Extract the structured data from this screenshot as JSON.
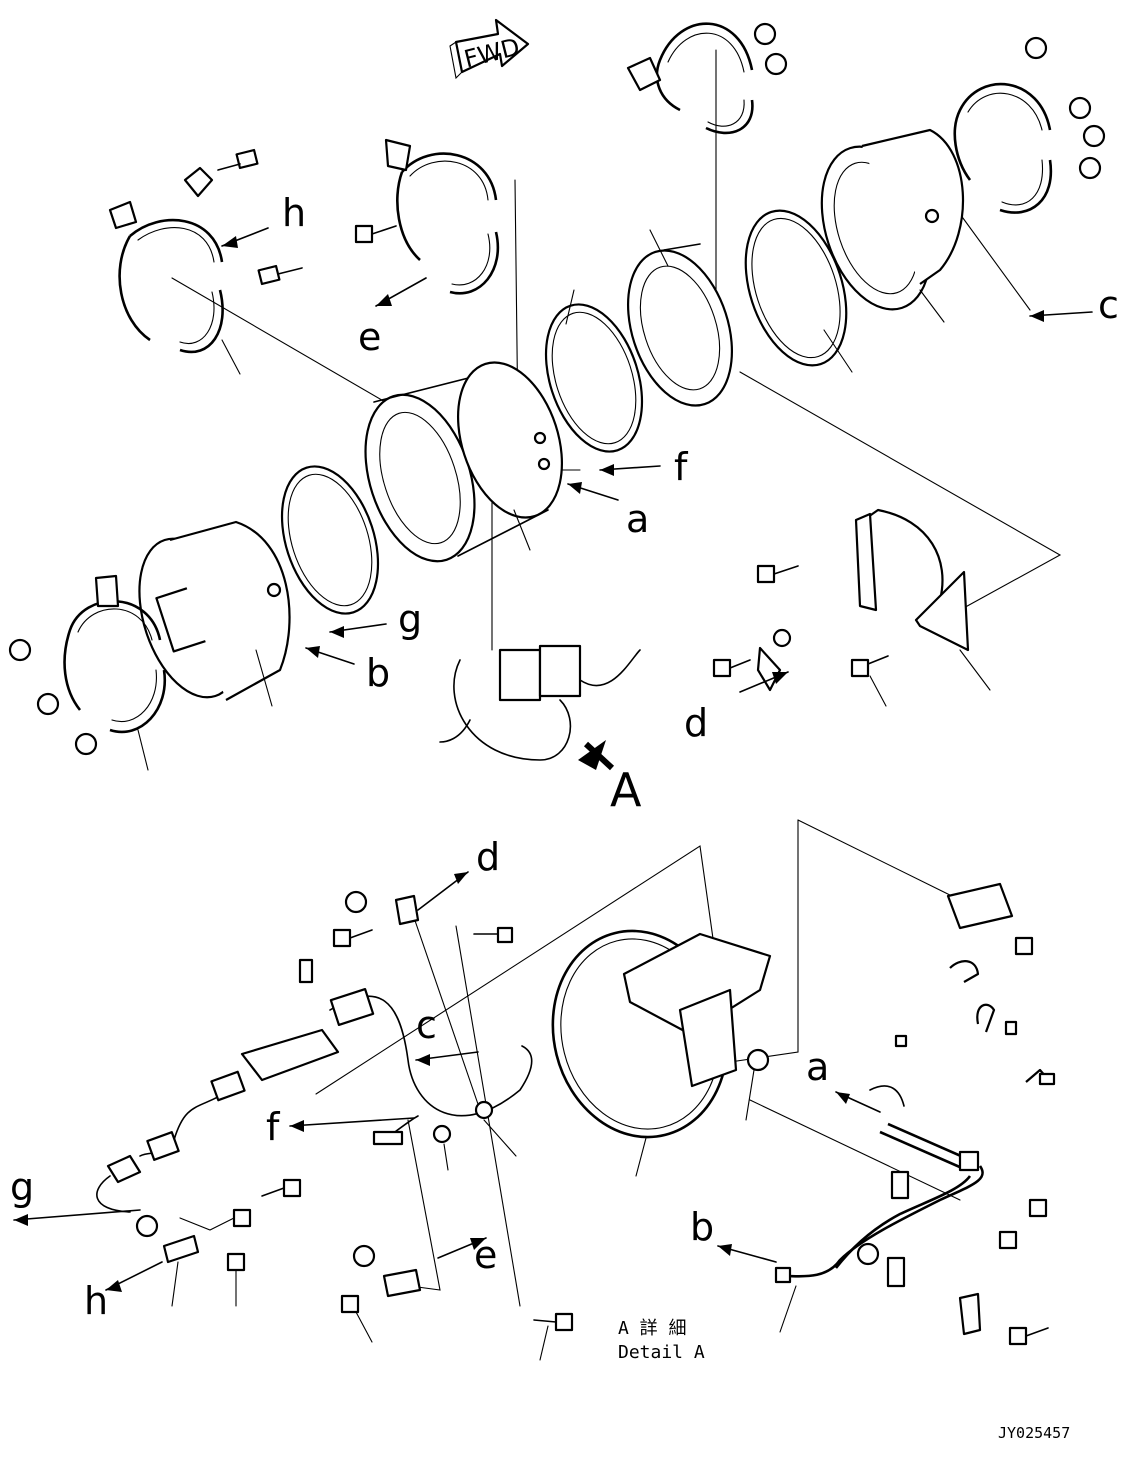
{
  "diagram": {
    "fwd_label": "FWD",
    "view_label": "A",
    "labels": {
      "a1": "a",
      "b1": "b",
      "c1": "c",
      "d1": "d",
      "e1": "e",
      "f1": "f",
      "g1": "g",
      "h1": "h",
      "a2": "a",
      "b2": "b",
      "c2": "c",
      "d2": "d",
      "e2": "e",
      "f2": "f",
      "g2": "g",
      "h2": "h"
    },
    "detail_jp": "A 詳 細",
    "detail_en": "Detail A",
    "drawing_code": "JY025457"
  }
}
